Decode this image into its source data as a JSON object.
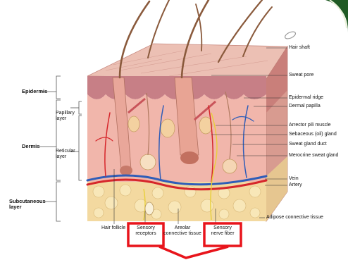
{
  "labels_left": {
    "epidermis": "Epidermis",
    "papillary_layer": [
      "Papillary",
      "layer"
    ],
    "dermis": "Dermis",
    "reticular_layer": [
      "Reticular",
      "layer"
    ],
    "subcutaneous_layer": [
      "Subcutaneous",
      "layer"
    ]
  },
  "labels_right": {
    "hair_shaft": "Hair shaft",
    "sweat_pore": "Sweat pore",
    "epidermal_ridge": "Epidermal ridge",
    "dermal_papilla": "Dermal papilla",
    "arrector_pili_muscle": "Arrector pili muscle",
    "sebaceous_gland": "Sebaceous (oil) gland",
    "sweat_gland_duct": "Sweat gland duct",
    "merocrine_sweat_gland": "Merocrine sweat gland",
    "vein": "Vein",
    "artery": "Artery",
    "adipose_connective_tissue": "Adipose connective tissue"
  },
  "labels_bottom": {
    "hair_follicle": "Hair follicle",
    "sensory_receptors": [
      "Sensory",
      "receptors"
    ],
    "areolar_connective_tissue": [
      "Areolar",
      "connective tissue"
    ],
    "sensory_nerve_fiber": [
      "Sensory",
      "nerve fiber"
    ]
  },
  "colors": {
    "highlight_red": "#e8141b",
    "epidermis": "#e9a9a0",
    "dermis": "#f1b6ab",
    "subcutaneous": "#f3d9a0",
    "artery": "#d6262b",
    "vein": "#2f5db8",
    "hair": "#8a5a3c"
  }
}
